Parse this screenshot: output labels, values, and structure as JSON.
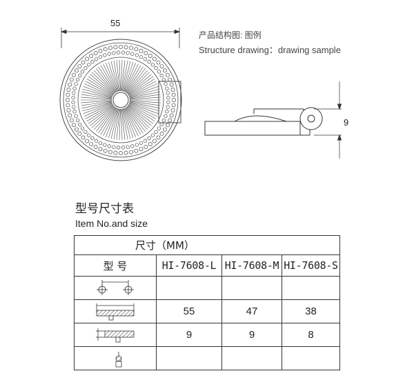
{
  "drawing": {
    "top_dimension": "55",
    "side_dimension": "9",
    "caption_cn": "产品结构图: 图例",
    "caption_en": "Structure drawing：drawing sample"
  },
  "size_table": {
    "title_cn": "型号尺寸表",
    "title_en": "Item No.and size",
    "header": "尺寸（MM）",
    "model_label": "型 号",
    "models": [
      "HI-7608-L",
      "HI-7608-M",
      "HI-7608-S"
    ],
    "rows": [
      {
        "icon": "hole-spacing-icon",
        "values": [
          "",
          "",
          ""
        ]
      },
      {
        "icon": "diameter-icon",
        "values": [
          "55",
          "47",
          "38"
        ]
      },
      {
        "icon": "height-icon",
        "values": [
          "9",
          "9",
          "8"
        ]
      },
      {
        "icon": "screw-hole-icon",
        "values": [
          "",
          "",
          ""
        ]
      }
    ]
  }
}
